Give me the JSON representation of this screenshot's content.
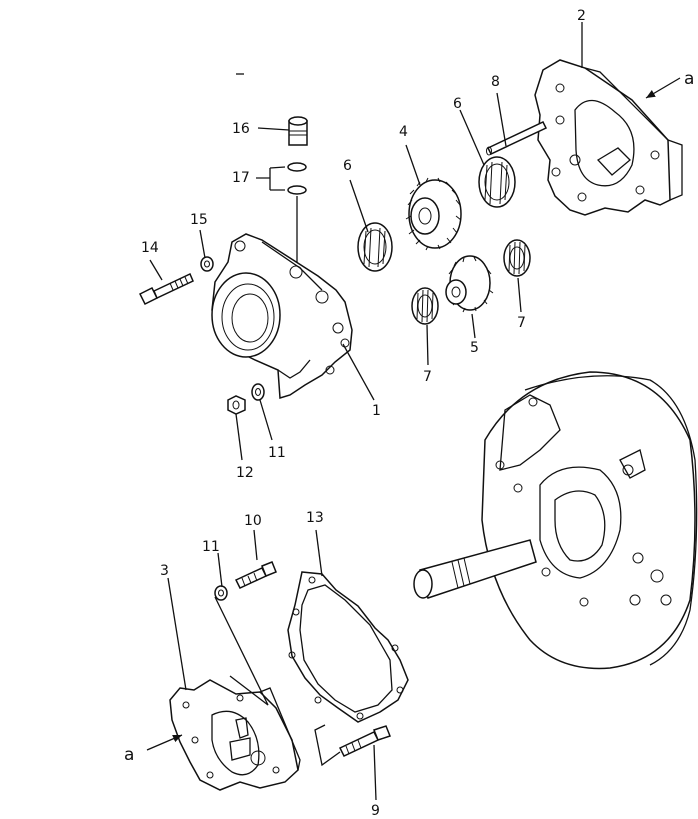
{
  "callouts": {
    "c1": "1",
    "c2": "2",
    "c3": "3",
    "c4": "4",
    "c5": "5",
    "c6a": "6",
    "c6b": "6",
    "c7a": "7",
    "c7b": "7",
    "c8": "8",
    "c9": "9",
    "c10": "10",
    "c11a": "11",
    "c11b": "11",
    "c12": "12",
    "c13": "13",
    "c14": "14",
    "c15": "15",
    "c16": "16",
    "c17": "17"
  },
  "refs": {
    "a_top": "a",
    "a_bottom": "a"
  }
}
